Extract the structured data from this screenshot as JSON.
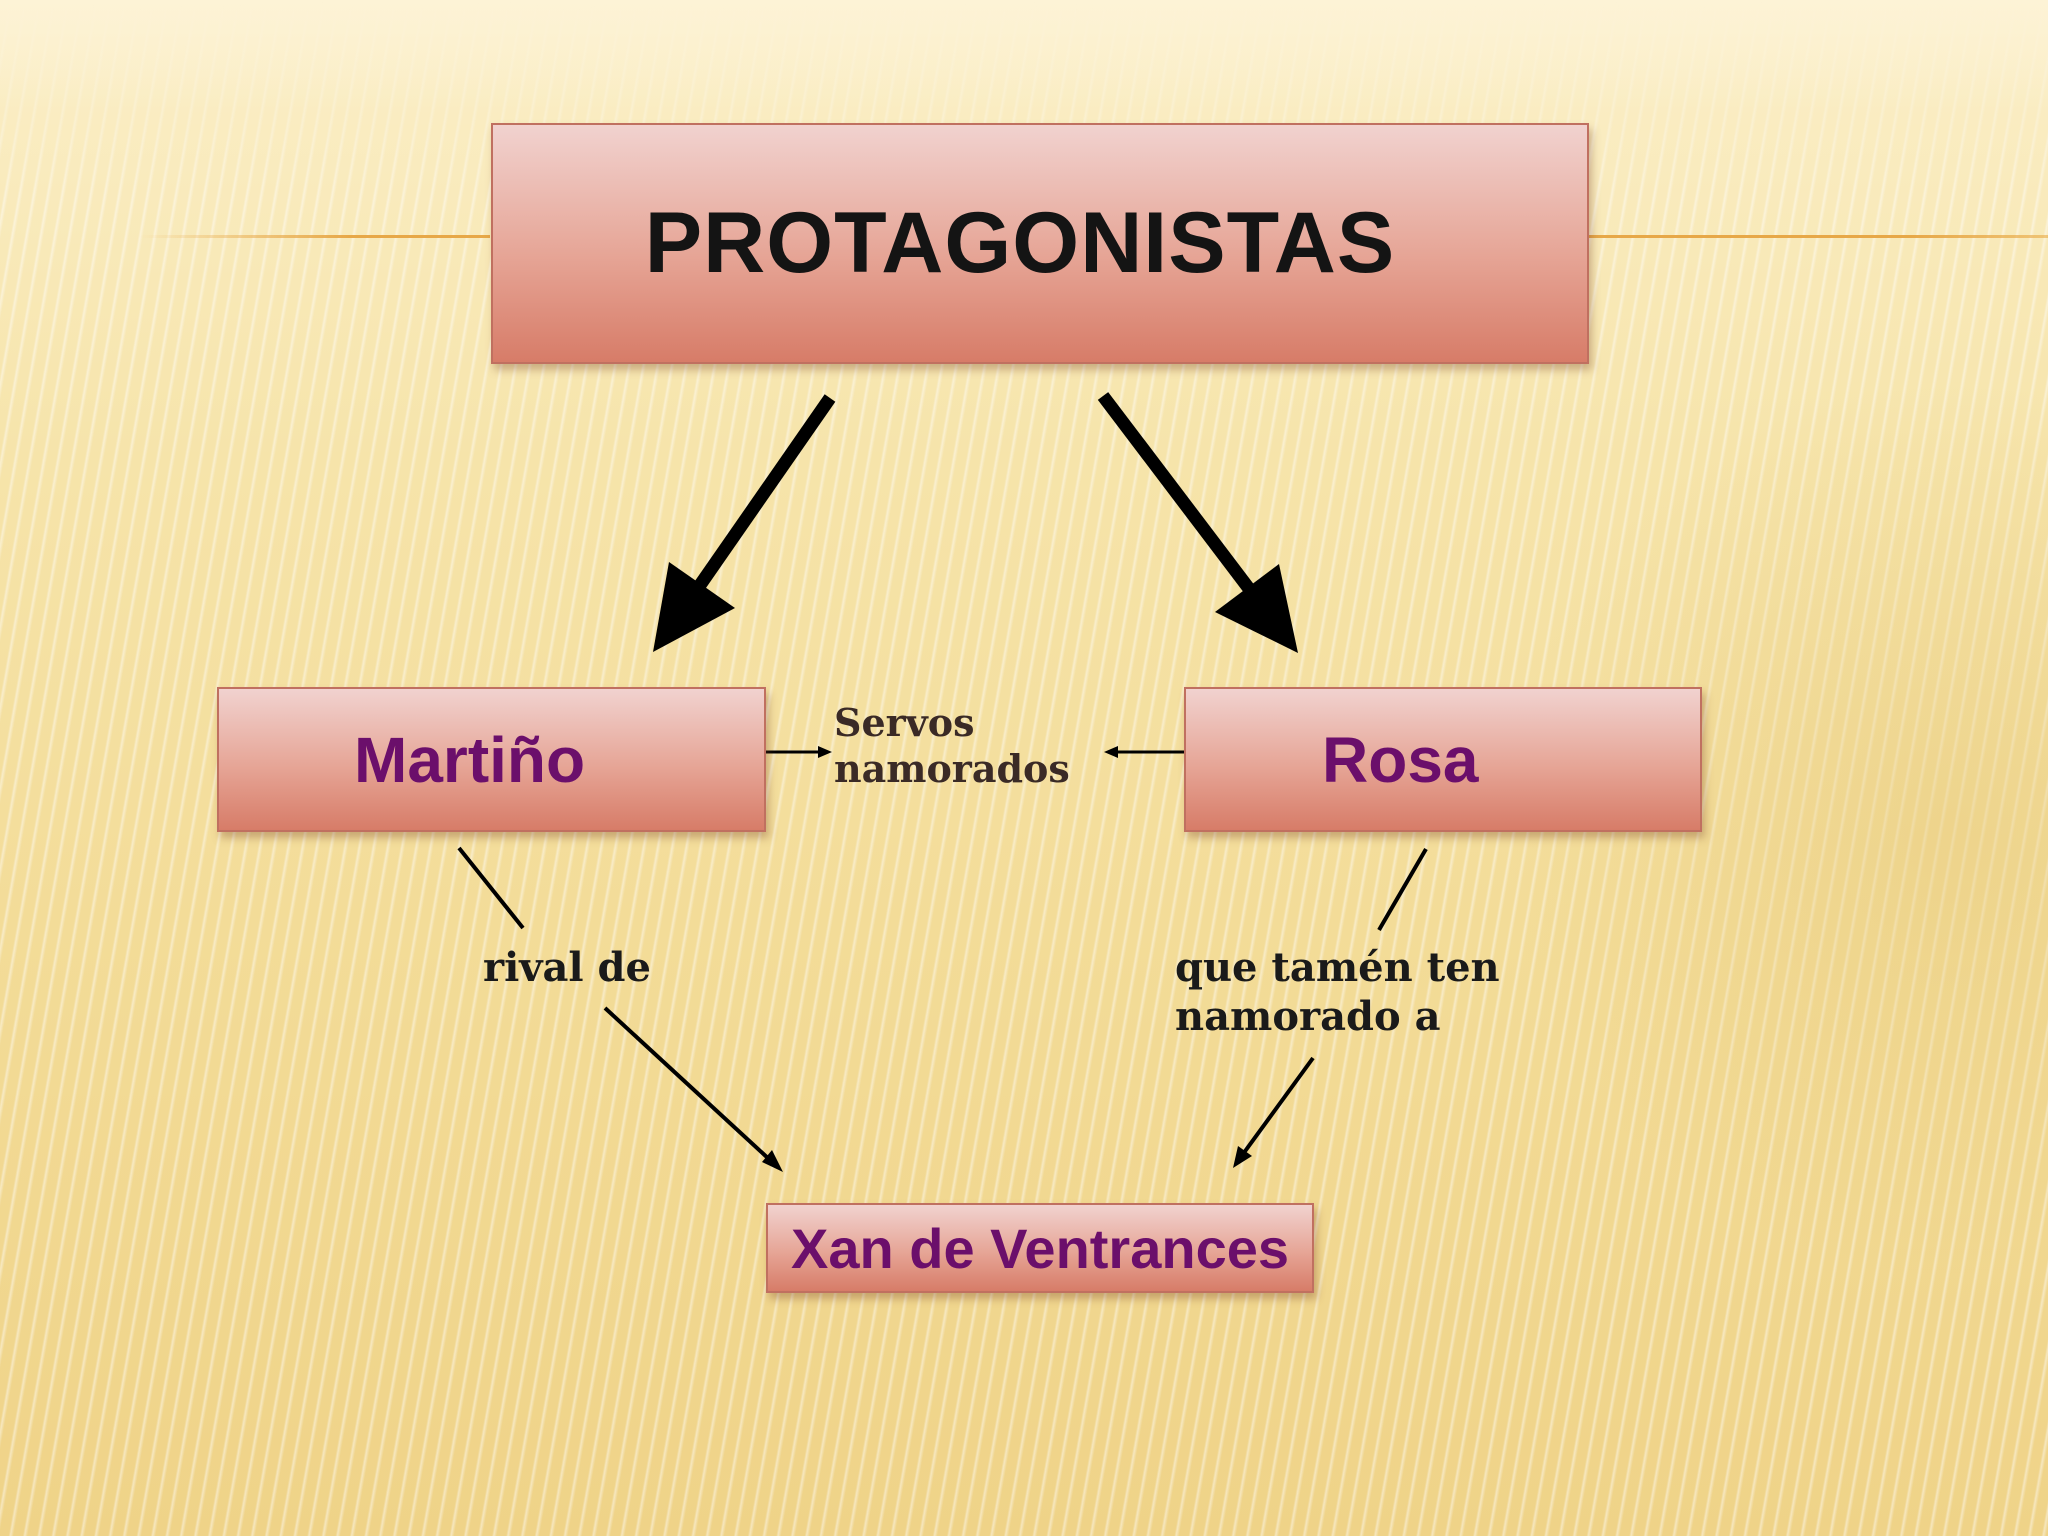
{
  "diagram": {
    "title": "PROTAGONISTAS",
    "nodes": {
      "martino": "Martiño",
      "rosa": "Rosa",
      "xan": "Xan de Ventrances"
    },
    "edge_labels": {
      "servos": [
        "Servos",
        "namorados"
      ],
      "rival": "rival de",
      "tamen": [
        "que tamén ten",
        "namorado a"
      ]
    }
  },
  "colors": {
    "title_text": "#141414",
    "node_text": "#6b0f6b",
    "box_fill_top": "#f1d2cf",
    "box_fill_bottom": "#d77c68",
    "accent_line": "#e7a848"
  }
}
